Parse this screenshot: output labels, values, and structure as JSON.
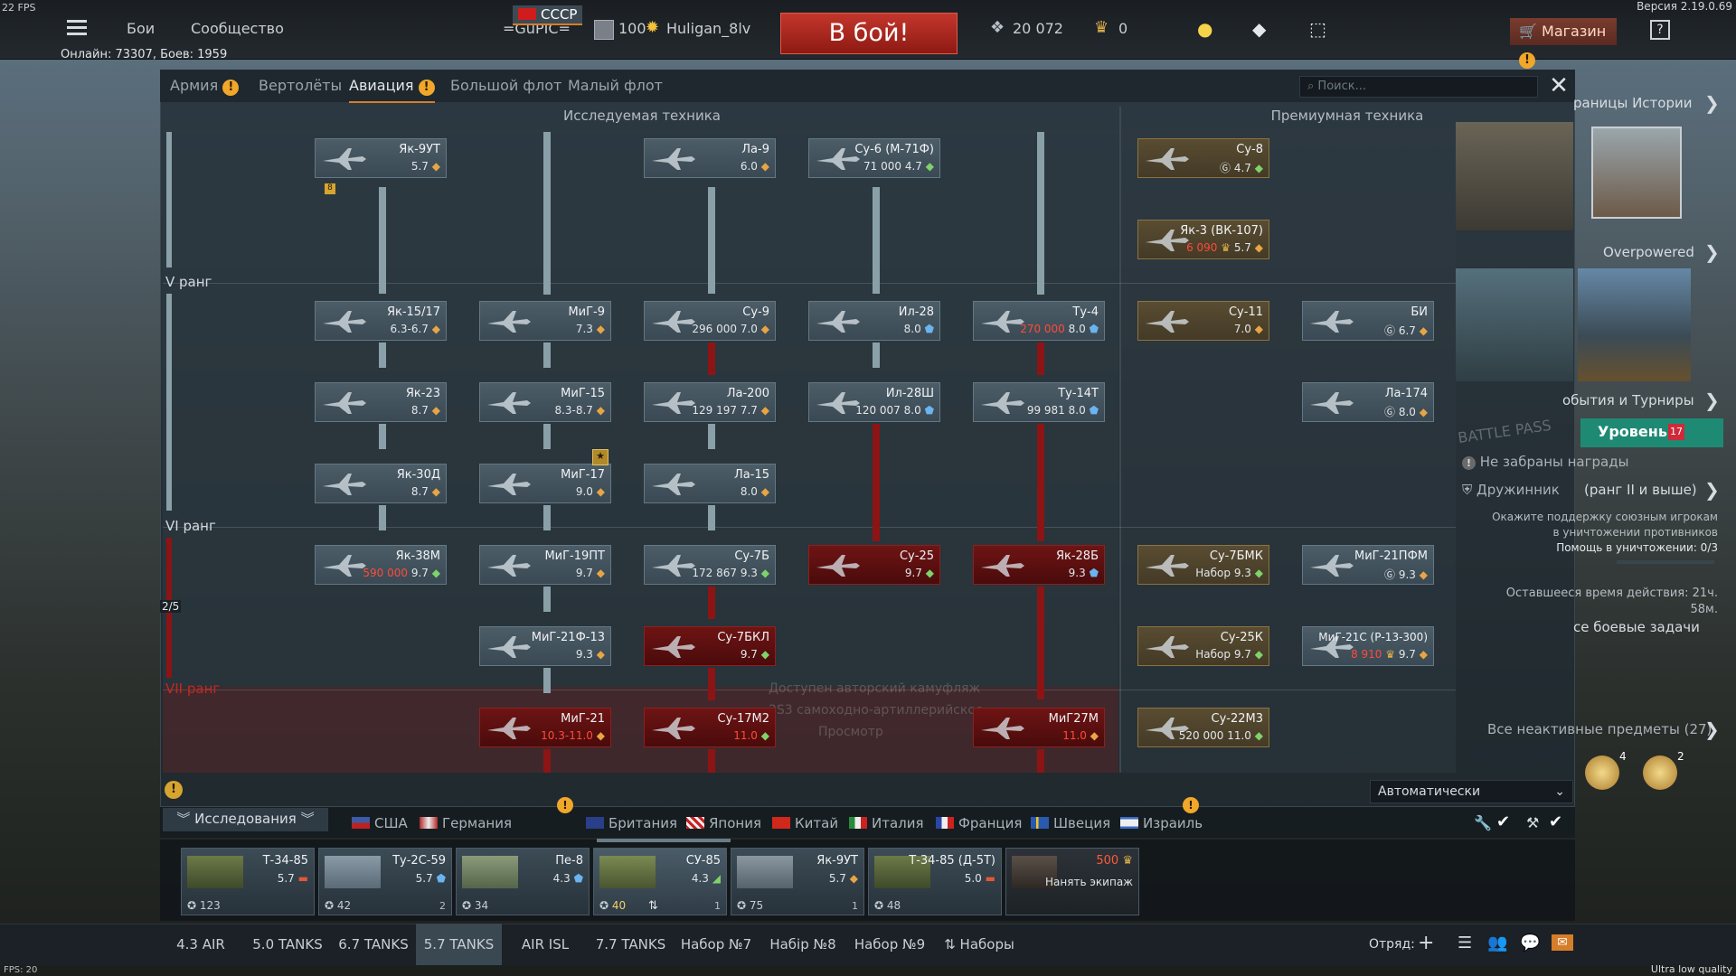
{
  "fps_top": "22 FPS",
  "version": "Версия 2.19.0.69",
  "fps_bottom": "FPS: 20",
  "quality": "Ultra low quality",
  "topbar": {
    "menu_icon": "hamburger-icon",
    "battles": "Бои",
    "community": "Сообщество",
    "clan_tag": "=GuPIC=",
    "level": "100",
    "nickname": "Huligan_8lv",
    "fight": "В бой!",
    "silver_lions": "20 072",
    "golden_eagles": "0",
    "shop": "Магазин",
    "help": "?"
  },
  "online": "Онлайн: 73307, Боев: 1959",
  "tabs": {
    "army": "Армия",
    "helicopters": "Вертолёты",
    "aviation": "Авиация",
    "large_fleet": "Большой флот",
    "small_fleet": "Малый флот",
    "search_placeholder": "Поиск..."
  },
  "sections": {
    "researched": "Исследуемая техника",
    "premium": "Премиумная техника"
  },
  "ranks": {
    "r5": "V ранг",
    "r6": "VI ранг",
    "r7": "VII ранг",
    "progress": "2/5"
  },
  "cards": {
    "yak9ut": {
      "name": "Як-9УТ",
      "br": "5.7"
    },
    "la9": {
      "name": "Ла-9",
      "br": "6.0"
    },
    "su6": {
      "name": "Су-6 (М-71Ф)",
      "cost": "71 000",
      "br": "4.7"
    },
    "yak15": {
      "name": "Як-15/17",
      "br": "6.3-6.7"
    },
    "mig9": {
      "name": "МиГ-9",
      "br": "7.3"
    },
    "su9": {
      "name": "Су-9",
      "cost": "296 000",
      "br": "7.0"
    },
    "il28": {
      "name": "Ил-28",
      "br": "8.0"
    },
    "tu4": {
      "name": "Ту-4",
      "cost": "270 000",
      "br": "8.0"
    },
    "yak23": {
      "name": "Як-23",
      "br": "8.7"
    },
    "mig15": {
      "name": "МиГ-15",
      "br": "8.3-8.7"
    },
    "la200": {
      "name": "Ла-200",
      "cost": "129 197",
      "br": "7.7"
    },
    "il28sh": {
      "name": "Ил-28Ш",
      "cost": "120 007",
      "br": "8.0"
    },
    "tu14t": {
      "name": "Ту-14Т",
      "cost": "99 981",
      "br": "8.0"
    },
    "yak30d": {
      "name": "Як-30Д",
      "br": "8.7"
    },
    "mig17": {
      "name": "МиГ-17",
      "br": "9.0"
    },
    "la15": {
      "name": "Ла-15",
      "br": "8.0"
    },
    "yak38m": {
      "name": "Як-38М",
      "cost": "590 000",
      "br": "9.7"
    },
    "mig19pt": {
      "name": "МиГ-19ПТ",
      "br": "9.7"
    },
    "su7b": {
      "name": "Су-7Б",
      "cost": "172 867",
      "br": "9.3"
    },
    "su25": {
      "name": "Су-25",
      "br": "9.7"
    },
    "yak28b": {
      "name": "Як-28Б",
      "br": "9.3"
    },
    "mig21f13": {
      "name": "МиГ-21Ф-13",
      "br": "9.3"
    },
    "su7bkl": {
      "name": "Су-7БКЛ",
      "br": "9.7"
    },
    "mig21": {
      "name": "МиГ-21",
      "br": "10.3-11.0"
    },
    "su17m2": {
      "name": "Су-17М2",
      "br": "11.0"
    },
    "mig27m": {
      "name": "МиГ27М",
      "br": "11.0"
    },
    "su8": {
      "name": "Су-8",
      "br": "4.7"
    },
    "yak3vk": {
      "name": "Як-3 (ВК-107)",
      "cost": "6 090",
      "br": "5.7"
    },
    "su11": {
      "name": "Су-11",
      "br": "7.0"
    },
    "bi": {
      "name": "БИ",
      "br": "6.7"
    },
    "la174": {
      "name": "Ла-174",
      "br": "8.0"
    },
    "su7bmk": {
      "name": "Су-7БМК",
      "note": "Набор",
      "br": "9.3"
    },
    "mig21pfm": {
      "name": "МиГ-21ПФМ",
      "br": "9.3"
    },
    "su25k": {
      "name": "Су-25К",
      "note": "Набор",
      "br": "9.7"
    },
    "mig21s": {
      "name": "МиГ-21С (Р-13-300)",
      "cost": "8 910",
      "br": "9.7"
    },
    "su22m3": {
      "name": "Су-22М3",
      "cost": "520 000",
      "br": "11.0"
    }
  },
  "overlay": {
    "line1": "Доступен авторский камуфляж",
    "line2": "2S3 самоходно-артиллерийское",
    "view": "Просмотр"
  },
  "side": {
    "history": "раницы Истории",
    "overpowered": "Overpowered",
    "events": "обытия и Турниры",
    "battle_pass": "BATTLE PASS",
    "level": "Уровень",
    "level_num": "17",
    "unclaimed": "Не забраны награды",
    "task": "Дружинник",
    "task_rank": "(ранг II и выше)",
    "task_desc1": "Окажите поддержку союзным игрокам",
    "task_desc2": "в уничтожении противников",
    "task_desc3": "Помощь в уничтожении: 0/3",
    "time_label": "Оставшееся время действия: 21ч.",
    "time_label2": "58м.",
    "all_tasks": "се боевые задачи",
    "inactive": "Все неактивные предметы (27)",
    "item1_count": "4",
    "item2_count": "2"
  },
  "research_label": "Исследования",
  "auto": "Автоматически",
  "nations": [
    {
      "name": "США",
      "color": "#3c5aa6"
    },
    {
      "name": "Германия",
      "color": "#b02828"
    },
    {
      "name": "СССР",
      "color": "#d01c1c"
    },
    {
      "name": "Британия",
      "color": "#2a3f8a"
    },
    {
      "name": "Япония",
      "color": "#c82020"
    },
    {
      "name": "Китай",
      "color": "#d0281a"
    },
    {
      "name": "Италия",
      "color": "#2a8a3a"
    },
    {
      "name": "Франция",
      "color": "#2a46a8"
    },
    {
      "name": "Швеция",
      "color": "#2a5ab0"
    },
    {
      "name": "Израиль",
      "color": "#3a6ac8"
    }
  ],
  "slots": [
    {
      "name": "Т-34-85",
      "br": "5.7",
      "crew": "123"
    },
    {
      "name": "Ту-2С-59",
      "br": "5.7",
      "crew": "42",
      "extra": "2"
    },
    {
      "name": "Пе-8",
      "br": "4.3",
      "crew": "34"
    },
    {
      "name": "СУ-85",
      "br": "4.3",
      "crew": "40",
      "extra": "1"
    },
    {
      "name": "Як-9УТ",
      "br": "5.7",
      "crew": "75",
      "extra": "1"
    },
    {
      "name": "Т-34-85 (Д-5Т)",
      "br": "5.0",
      "crew": "48"
    }
  ],
  "hire": {
    "cost": "500",
    "label": "Нанять экипаж"
  },
  "presets": [
    "4.3 AIR",
    "5.0 TANKS",
    "6.7 TANKS",
    "5.7 TANKS",
    "AIR ISL",
    "7.7 TANKS",
    "Набор №7",
    "Набір №8",
    "Набор №9",
    "Наборы"
  ],
  "squad": "Отряд:"
}
